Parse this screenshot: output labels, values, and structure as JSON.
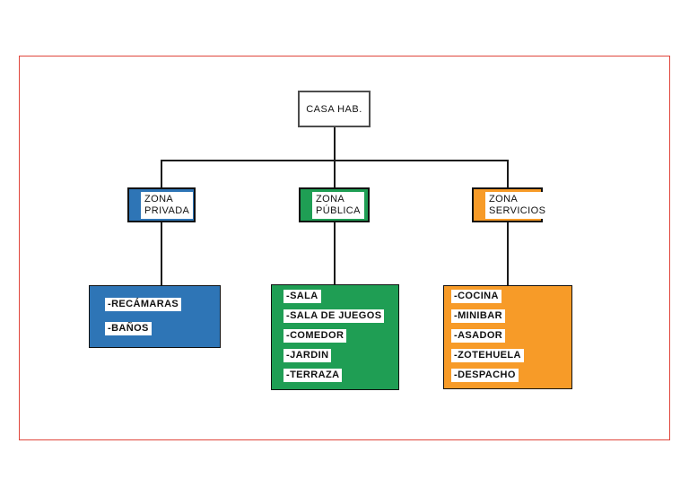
{
  "root": {
    "title": "CASA HAB."
  },
  "zones": [
    {
      "id": "zona-privada",
      "label_line1": "ZONA",
      "label_line2": "PRIVADA",
      "color": "#2e75b6",
      "items": [
        "-RECÁMARAS",
        "-BAÑOS"
      ]
    },
    {
      "id": "zona-publica",
      "label_line1": "ZONA",
      "label_line2": "PÚBLICA",
      "color": "#1f9e54",
      "items": [
        "-SALA",
        "-SALA DE JUEGOS",
        "-COMEDOR",
        "-JARDIN",
        "-TERRAZA"
      ]
    },
    {
      "id": "zona-servicios",
      "label_line1": "ZONA",
      "label_line2": "SERVICIOS",
      "color": "#f79b28",
      "items": [
        "-COCINA",
        "-MINIBAR",
        "-ASADOR",
        "-ZOTEHUELA",
        "-DESPACHO"
      ]
    }
  ],
  "colors": {
    "frame_border": "#e0463c",
    "connector": "#1a1a1a",
    "zone_privada": "#2e75b6",
    "zone_publica": "#1f9e54",
    "zone_servicios": "#f79b28",
    "root_border": "#4d4d4d",
    "label_background": "#ffffff",
    "text": "#111111"
  }
}
